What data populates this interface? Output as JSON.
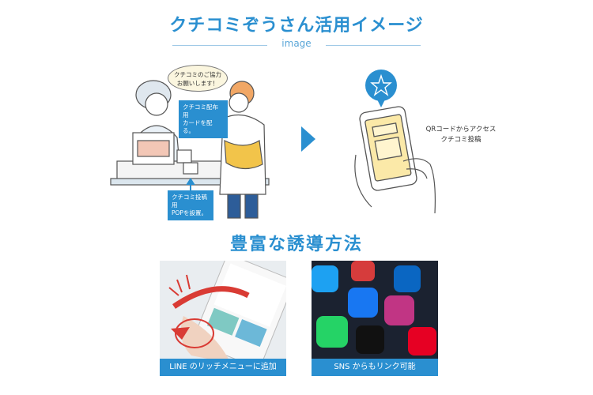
{
  "header": {
    "title": "クチコミぞうさん活用イメージ",
    "subtitle": "image"
  },
  "scene": {
    "speech_bubble": "クチコミのご協力\nお願いします！",
    "card_tag": "クチコミ配布用\nカードを配る。",
    "pop_tag": "クチコミ投稿用\nPOPを設置。"
  },
  "phone_scene": {
    "caption_line1": "QRコードからアクセス",
    "caption_line2": "クチコミ投稿"
  },
  "methods": {
    "heading": "豊富な誘導方法",
    "cards": [
      {
        "label": "LINE のリッチメニューに追加"
      },
      {
        "label": "SNS からもリンク可能"
      }
    ]
  },
  "colors": {
    "accent": "#2a8fd0",
    "bubble": "#fbf6df",
    "phone_screen": "#fbe9a8"
  }
}
